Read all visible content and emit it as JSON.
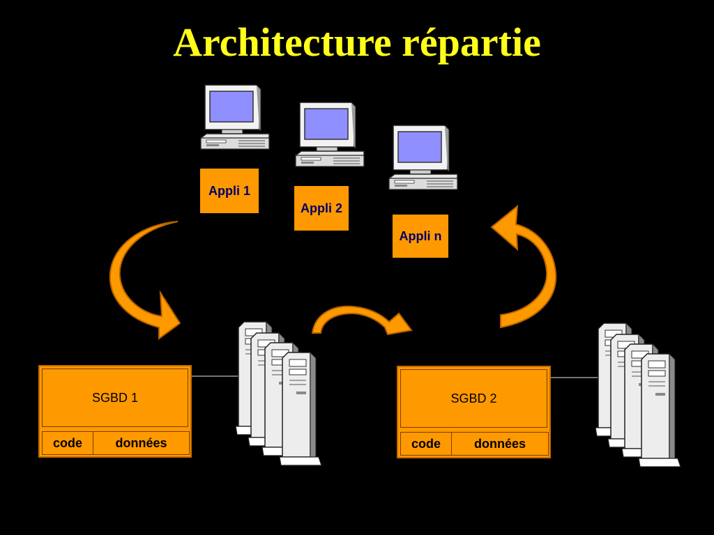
{
  "title": "Architecture répartie",
  "apps": [
    "Appli 1",
    "Appli 2",
    "Appli n"
  ],
  "databases": [
    {
      "name": "SGBD 1",
      "code": "code",
      "data": "données"
    },
    {
      "name": "SGBD 2",
      "code": "code",
      "data": "données"
    }
  ],
  "colors": {
    "background": "#000000",
    "title": "#ffff1a",
    "box": "#ff9900",
    "app_text": "#000066",
    "arrow": "#ff9900"
  },
  "icons": [
    "desktop-computer-icon",
    "server-tower-icon",
    "curved-arrow-icon"
  ]
}
